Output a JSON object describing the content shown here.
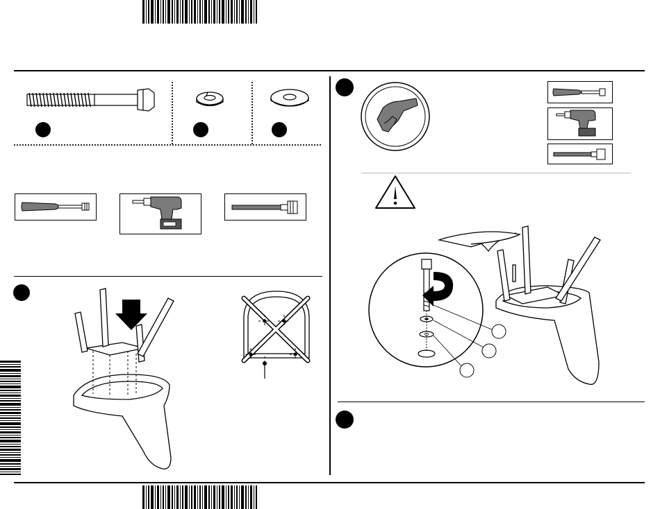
{
  "document": {
    "barcode_top_label": "",
    "barcode_bottom_label": "",
    "step_badges": [
      "",
      "",
      "",
      "",
      "",
      "",
      ""
    ],
    "parts": [
      {
        "name": "bolt",
        "label": ""
      },
      {
        "name": "lock-washer",
        "label": ""
      },
      {
        "name": "flat-washer",
        "label": ""
      }
    ],
    "tools": [
      "screwdriver",
      "power-drill",
      "ratchet-wrench"
    ],
    "step2_tools": [
      "screwdriver",
      "power-drill",
      "ratchet-wrench"
    ],
    "callout_labels": [
      "",
      "",
      ""
    ],
    "warning_icon": "warning-triangle-icon",
    "hand_icon": "hand-tighten-icon",
    "colors": {
      "ink": "#000000",
      "tool_grey": "#7a7a7a",
      "dark_grey": "#555555"
    }
  }
}
